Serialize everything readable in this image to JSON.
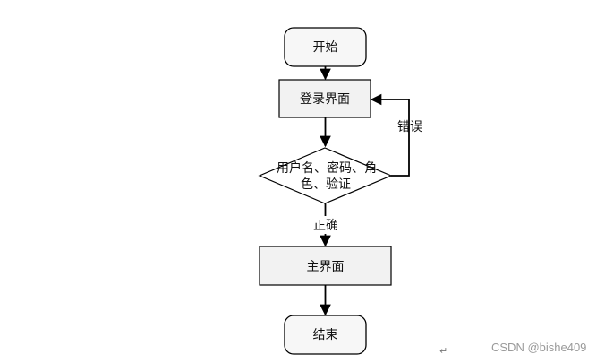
{
  "nodes": {
    "start": "开始",
    "login": "登录界面",
    "check_line1": "用户名、密码、角",
    "check_line2": "色、验证",
    "main": "主界面",
    "end": "结束"
  },
  "edges": {
    "error": "错误",
    "ok": "正确"
  },
  "watermark": "CSDN @bishe409",
  "return_mark": "↵",
  "colors": {
    "box_fill": "#f2f2f2",
    "stroke": "#000000",
    "terminal_fill": "#f7f7f7"
  }
}
